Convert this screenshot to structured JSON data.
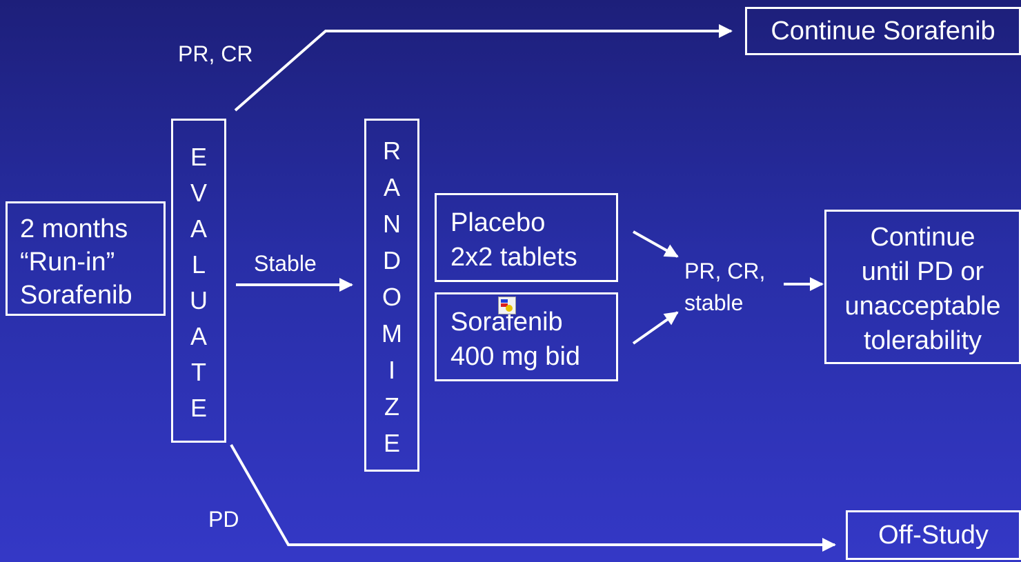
{
  "colors": {
    "background_top": "#1d1f7a",
    "background_bottom": "#3438c6",
    "lines": "#ffffff"
  },
  "run_in_box": {
    "lines": [
      "2 months",
      "“Run-in”",
      "Sorafenib"
    ]
  },
  "evaluate_box": {
    "letters": [
      "E",
      "V",
      "A",
      "L",
      "U",
      "A",
      "T",
      "E"
    ]
  },
  "randomize_box": {
    "letters": [
      "R",
      "A",
      "N",
      "D",
      "O",
      "M",
      "I",
      "Z",
      "E"
    ]
  },
  "placebo_box": {
    "lines": [
      "Placebo",
      "2x2 tablets"
    ]
  },
  "sorafenib_box": {
    "lines": [
      "Sorafenib",
      "400 mg bid"
    ]
  },
  "continue_sorafenib_box": {
    "text": "Continue Sorafenib"
  },
  "continue_until_box": {
    "lines": [
      "Continue",
      "until PD or",
      "unacceptable",
      "tolerability"
    ]
  },
  "off_study_box": {
    "text": "Off-Study"
  },
  "labels": {
    "pr_cr": "PR, CR",
    "stable": "Stable",
    "pd": "PD",
    "pr_cr_stable": [
      "PR, CR,",
      "stable"
    ]
  },
  "embedded_icon": "ole-object-icon"
}
